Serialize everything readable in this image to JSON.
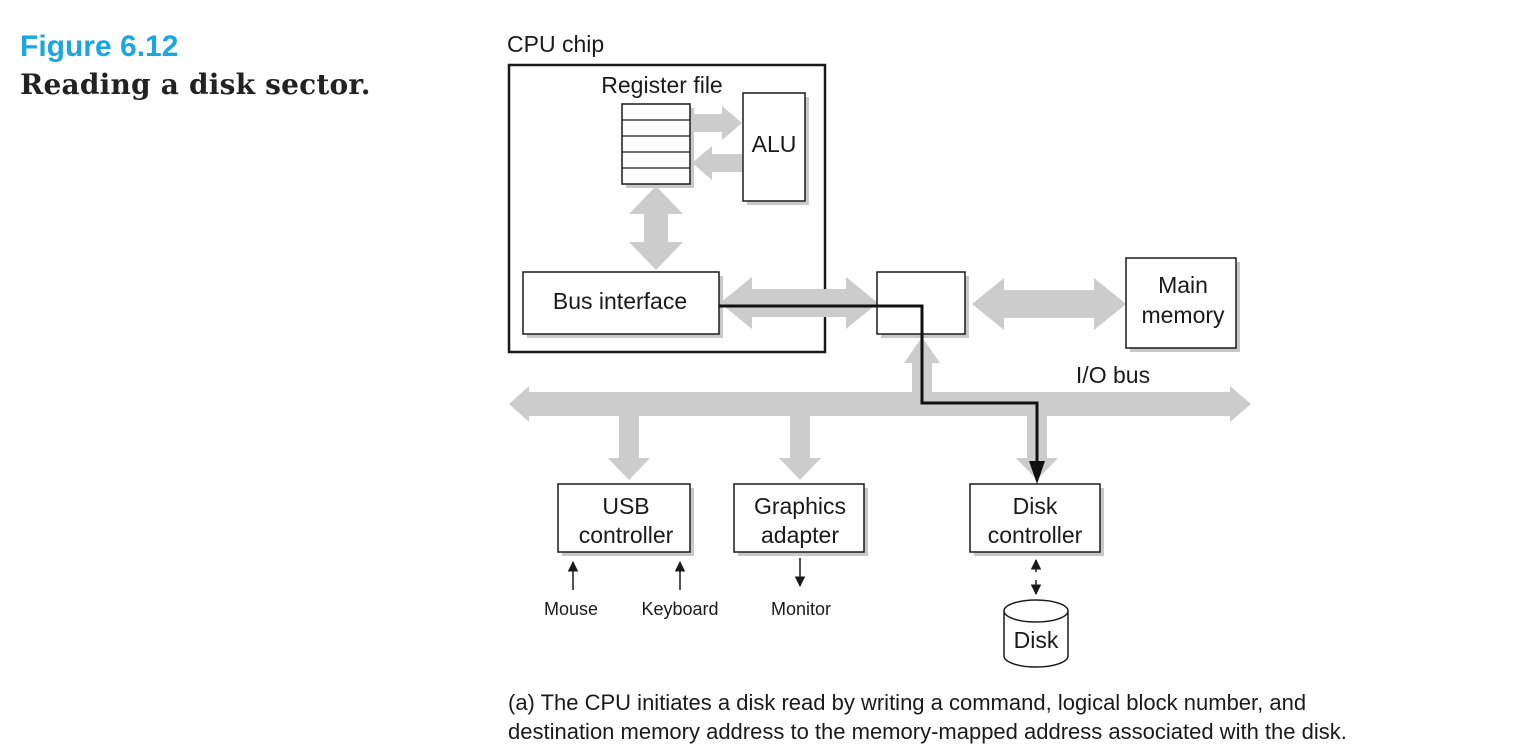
{
  "figure": {
    "number": "Figure 6.12",
    "title": "Reading a disk sector."
  },
  "diagram": {
    "cpu_chip_label": "CPU chip",
    "register_file_label": "Register file",
    "alu_label": "ALU",
    "bus_interface_label": "Bus interface",
    "main_memory_label": [
      "Main",
      "memory"
    ],
    "io_bus_label": "I/O bus",
    "usb_controller_label": [
      "USB",
      "controller"
    ],
    "graphics_adapter_label": [
      "Graphics",
      "adapter"
    ],
    "disk_controller_label": [
      "Disk",
      "controller"
    ],
    "disk_label": "Disk",
    "mouse_label": "Mouse",
    "keyboard_label": "Keyboard",
    "monitor_label": "Monitor"
  },
  "caption": {
    "line1": "(a) The CPU initiates a disk read by writing a command, logical block number, and",
    "line2": "destination memory address to the memory-mapped address associated with the disk."
  }
}
